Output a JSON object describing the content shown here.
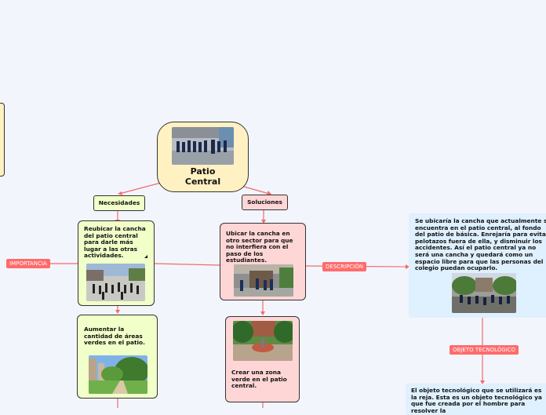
{
  "central": {
    "title_line1": "Patio",
    "title_line2": "Central"
  },
  "necesidades": {
    "header": "Necesidades",
    "node1": "Reubicar la cancha del patio central para darle más lugar a las otras actividades.",
    "node2": "Aumentar la cantidad de áreas verdes en el patio."
  },
  "soluciones": {
    "header": "Soluciones",
    "node1": "Ubicar la cancha en otro sector para que no interfiera con el paso de los estudiantes.",
    "node2": "Crear una zona verde en el patio central."
  },
  "labels": {
    "importancia": "IMPORTANCIA",
    "descripcion": "DESCRIPCIÓN",
    "objeto": "OBJETO TECNOLÓGICO"
  },
  "descripcion_text": "Se ubicaría la cancha que actualmente se encuentra en el patio central, al fondo del patio de básica. Enrejaría para evitar pelotazos fuera de ella, y disminuir los accidentes. Así el patio central ya no será una cancha y quedará como un espacio libre para que las personas del colegio puedan ocuparlo.",
  "objeto_text": "El objeto tecnológico que se utilizará es la reja. Esta es un objeto tecnológico ya que fue creada por el hombre para resolver la",
  "colors": {
    "line": "#f26b6b",
    "yellow": "#fff1c2",
    "green": "#f1ffc9",
    "pink": "#ffd6d6",
    "blue": "#dff0ff"
  }
}
